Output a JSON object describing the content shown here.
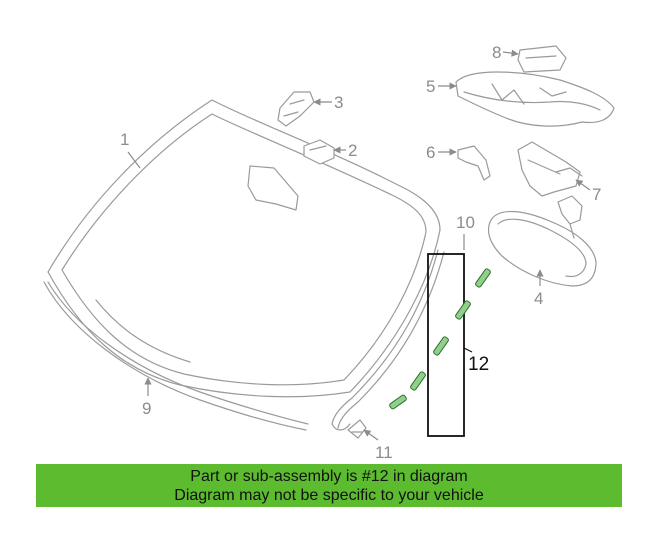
{
  "callouts": {
    "c1": "1",
    "c2": "2",
    "c3": "3",
    "c4": "4",
    "c5": "5",
    "c6": "6",
    "c7": "7",
    "c8": "8",
    "c9": "9",
    "c10": "10",
    "c11": "11",
    "c12": "12"
  },
  "highlight": {
    "part": "12",
    "color": "#8fd18a",
    "box_color": "#111111"
  },
  "banner": {
    "line1": "Part or sub-assembly is #12 in diagram",
    "line2": "Diagram may not be specific to your vehicle",
    "color": "#5dbb2f"
  }
}
